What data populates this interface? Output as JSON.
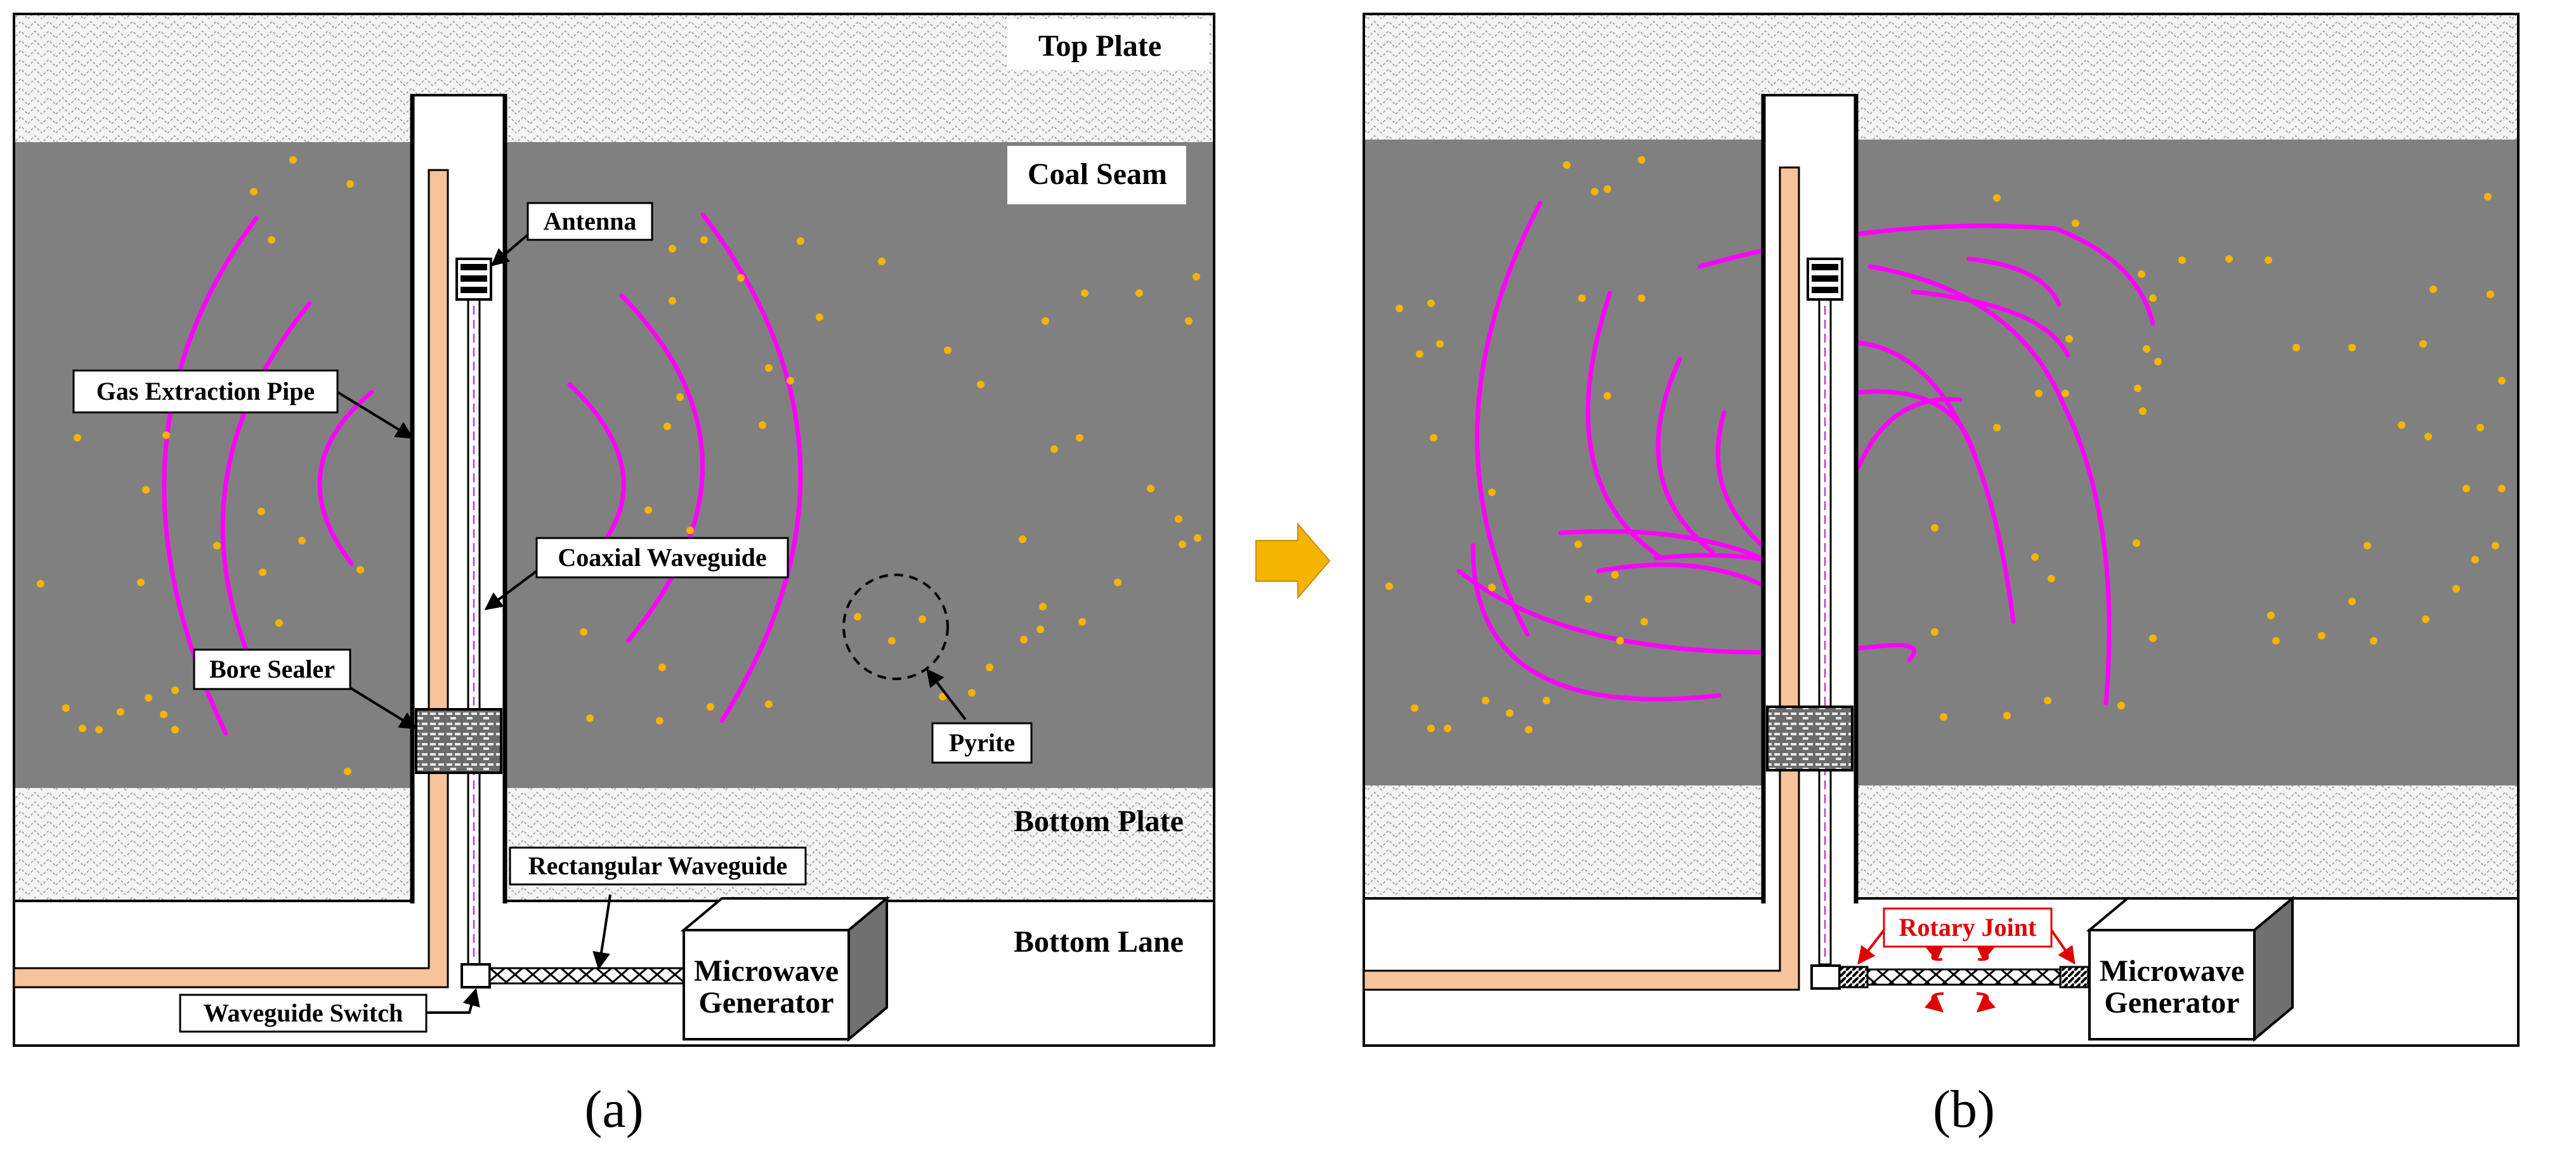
{
  "colors": {
    "coal": "#808080",
    "plate_bg": "#f4f4f4",
    "pipe_fill": "#f7c39a",
    "wave": "#ff00ff",
    "pyrite": "#f5b400",
    "arrow": "#f5b400",
    "rotary_label": "#e00000"
  },
  "panel_a": {
    "caption": "(a)",
    "strata": {
      "top_plate": "Top Plate",
      "coal_seam": "Coal Seam",
      "bottom_plate": "Bottom Plate",
      "bottom_lane": "Bottom Lane"
    },
    "callouts": {
      "antenna": "Antenna",
      "gas_extraction_pipe": "Gas Extraction Pipe",
      "coaxial_waveguide": "Coaxial Waveguide",
      "bore_sealer": "Bore Sealer",
      "pyrite": "Pyrite",
      "rectangular_waveguide": "Rectangular Waveguide",
      "waveguide_switch": "Waveguide Switch"
    },
    "generator": {
      "line1": "Microwave",
      "line2": "Generator"
    }
  },
  "panel_b": {
    "caption": "(b)",
    "rotary_joint": "Rotary Joint",
    "generator": {
      "line1": "Microwave",
      "line2": "Generator"
    }
  },
  "icons": {
    "transition_arrow": "right-arrow-icon",
    "rotation": "rotation-arrows-icon"
  }
}
